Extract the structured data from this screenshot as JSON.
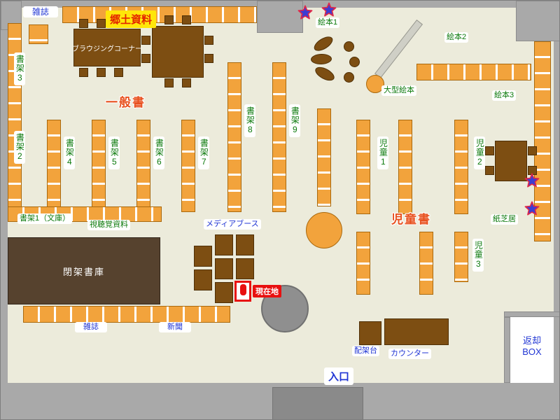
{
  "labels": {
    "magazines_top": "雑誌",
    "local_materials": "郷土資料",
    "browsing_corner": "ブラウジングコーナー",
    "general_books": "一般書",
    "shoka1_bunko": "書架1（文庫）",
    "shoka2": "書架2",
    "shoka3": "書架3",
    "shoka4": "書架4",
    "shoka5": "書架5",
    "shoka6": "書架6",
    "shoka7": "書架7",
    "shoka8": "書架8",
    "shoka9": "書架9",
    "av_materials": "視聴覚資料",
    "closed_stacks": "閉架書庫",
    "magazines_bottom": "雑誌",
    "newspapers": "新聞",
    "media_booth": "メディアブース",
    "current_location": "現在地",
    "ehon1": "絵本1",
    "ehon2": "絵本2",
    "ehon3": "絵本3",
    "large_picture_books": "大型絵本",
    "jido1": "児童1",
    "jido2": "児童2",
    "jido3": "児童3",
    "children_books": "児童書",
    "kamishibai": "紙芝居",
    "sorting_table": "配架台",
    "counter": "カウンター",
    "entrance": "入口",
    "return_box": {
      "line1": "返却",
      "line2": "BOX"
    }
  },
  "colors": {
    "floor": "#ecebdb",
    "wall_gray": "#a9a9a9",
    "shelf_orange": "#f2a33c",
    "furniture_brown": "#7d4e12",
    "closed_stacks_brown": "#56422e",
    "label_green": "#0c7a0c",
    "label_blue": "#2136d4",
    "area_label_red": "#e8501e",
    "highlight_red": "#e81010",
    "local_materials_bg": "#ffe60a"
  }
}
